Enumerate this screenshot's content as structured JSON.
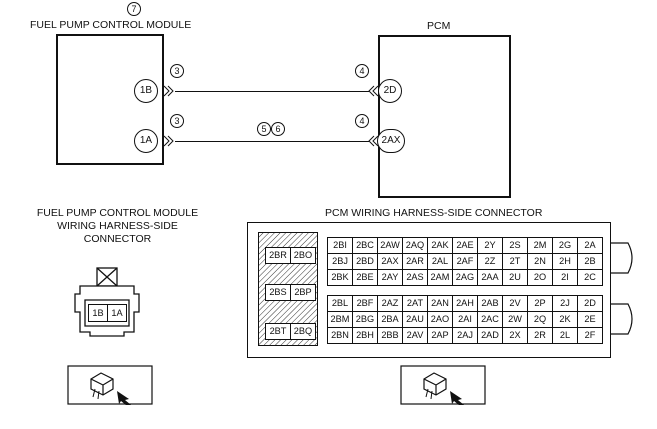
{
  "fpcm": {
    "number": "7",
    "title": "FUEL PUMP CONTROL MODULE",
    "pins": [
      "1B",
      "1A"
    ],
    "callouts": [
      "3",
      "3"
    ]
  },
  "pcm": {
    "title": "PCM",
    "pins": [
      "2D",
      "2AX"
    ],
    "callouts": [
      "4",
      "4"
    ]
  },
  "wire_callouts": [
    "5",
    "6"
  ],
  "fpcm_connector": {
    "title_lines": [
      "FUEL PUMP CONTROL MODULE",
      "WIRING HARNESS-SIDE",
      "CONNECTOR"
    ],
    "terminals": [
      "1B",
      "1A"
    ]
  },
  "pcm_connector": {
    "title": "PCM WIRING HARNESS-SIDE CONNECTOR",
    "left_cells": [
      [
        "2BR",
        "2BO"
      ],
      [
        "2BS",
        "2BP"
      ],
      [
        "2BT",
        "2BQ"
      ]
    ],
    "upper_rows": [
      [
        "2BI",
        "2BC",
        "2AW",
        "2AQ",
        "2AK",
        "2AE",
        "2Y",
        "2S",
        "2M",
        "2G",
        "2A"
      ],
      [
        "2BJ",
        "2BD",
        "2AX",
        "2AR",
        "2AL",
        "2AF",
        "2Z",
        "2T",
        "2N",
        "2H",
        "2B"
      ],
      [
        "2BK",
        "2BE",
        "2AY",
        "2AS",
        "2AM",
        "2AG",
        "2AA",
        "2U",
        "2O",
        "2I",
        "2C"
      ]
    ],
    "lower_rows": [
      [
        "2BL",
        "2BF",
        "2AZ",
        "2AT",
        "2AN",
        "2AH",
        "2AB",
        "2V",
        "2P",
        "2J",
        "2D"
      ],
      [
        "2BM",
        "2BG",
        "2BA",
        "2AU",
        "2AO",
        "2AI",
        "2AC",
        "2W",
        "2Q",
        "2K",
        "2E"
      ],
      [
        "2BN",
        "2BH",
        "2BB",
        "2AV",
        "2AP",
        "2AJ",
        "2AD",
        "2X",
        "2R",
        "2L",
        "2F"
      ]
    ]
  }
}
